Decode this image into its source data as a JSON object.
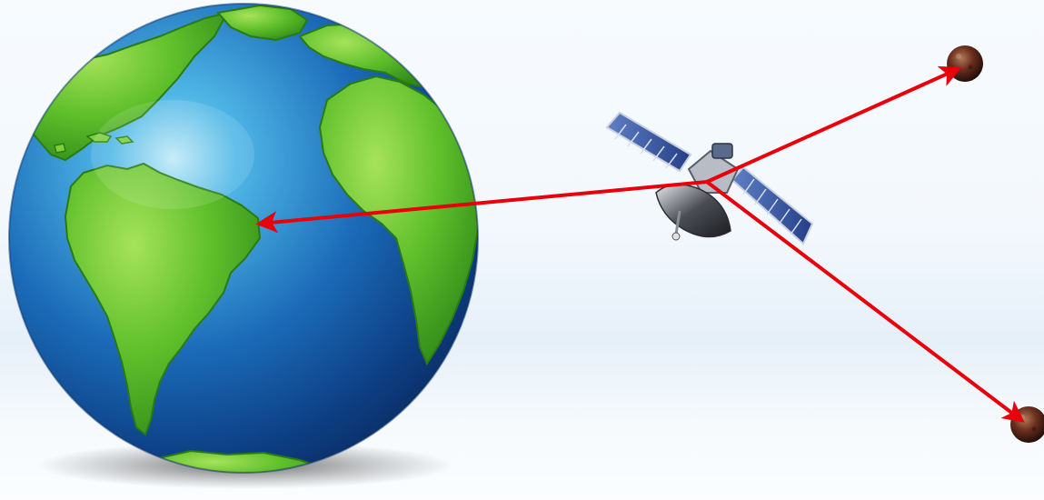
{
  "scene": {
    "objects": [
      {
        "name": "earth",
        "icon": "earth-globe-icon"
      },
      {
        "name": "satellite",
        "icon": "satellite-icon"
      },
      {
        "name": "planet-upper",
        "icon": "planet-icon"
      },
      {
        "name": "planet-lower",
        "icon": "planet-icon"
      }
    ],
    "signals": [
      {
        "name": "signal-to-earth",
        "from": "satellite",
        "to": "earth"
      },
      {
        "name": "signal-to-planet-upper",
        "from": "satellite",
        "to": "planet-upper"
      },
      {
        "name": "signal-to-planet-lower",
        "from": "satellite",
        "to": "planet-lower"
      }
    ],
    "colors": {
      "background": "#f3f8fd",
      "ocean": "#1f6fb8",
      "land": "#5cbf2a",
      "signal": "#e8000b",
      "planet": "#5a2a1c",
      "solar_panel": "#3d5fa8"
    }
  }
}
